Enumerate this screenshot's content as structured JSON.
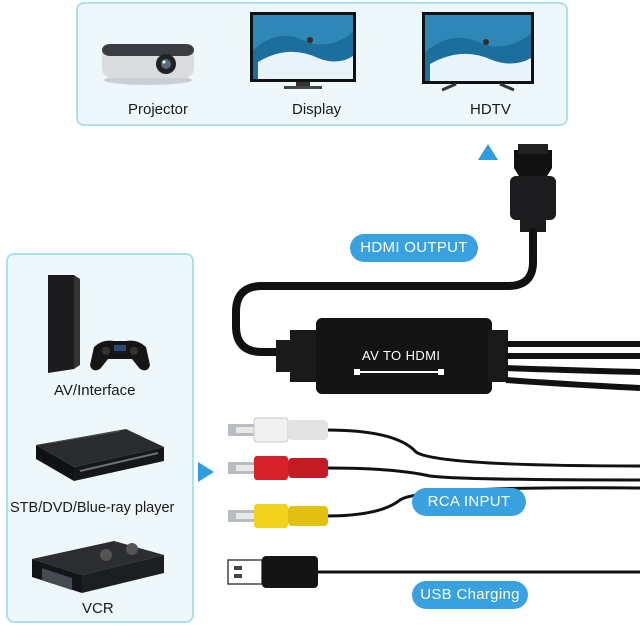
{
  "outputs": [
    {
      "label": "Projector"
    },
    {
      "label": "Display"
    },
    {
      "label": "HDTV"
    }
  ],
  "inputs": [
    {
      "label": "AV/Interface"
    },
    {
      "label": "STB/DVD/Blue-ray player"
    },
    {
      "label": "VCR"
    }
  ],
  "callouts": {
    "hdmi_output": "HDMI OUTPUT",
    "rca_input": "RCA INPUT",
    "usb_charging": "USB Charging"
  },
  "adapter_label": "AV TO HDMI",
  "colors": {
    "accent": "#3aa1e1",
    "panel_border": "#a9e1ee",
    "panel_bg": "#eef7fa",
    "rca_white": "#e6e6e6",
    "rca_red": "#d8222a",
    "rca_yellow": "#f2d21a"
  }
}
